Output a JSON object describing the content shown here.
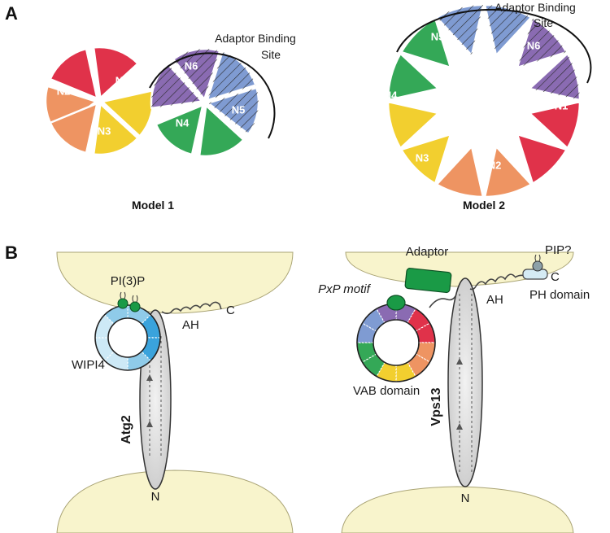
{
  "panels": {
    "a": "A",
    "b": "B"
  },
  "model1": {
    "caption": "Model 1",
    "adaptor_label_line1": "Adaptor Binding",
    "adaptor_label_line2": "Site",
    "segments": [
      "N1",
      "N2",
      "N3",
      "N4",
      "N5",
      "N6"
    ]
  },
  "model2": {
    "caption": "Model 2",
    "adaptor_label_line1": "Adaptor Binding",
    "adaptor_label_line2": "Site",
    "segments": [
      "N1",
      "N2",
      "N3",
      "N4",
      "N5",
      "N6"
    ]
  },
  "atg2_panel": {
    "lipid": "PI(3)P",
    "ah": "AH",
    "c_term": "C",
    "n_term": "N",
    "wipi": "WIPI4",
    "protein": "Atg2"
  },
  "vps13_panel": {
    "adaptor": "Adaptor",
    "pip": "PIP?",
    "c_term": "C",
    "ph": "PH domain",
    "pxp": "PxP motif",
    "ah": "AH",
    "vab": "VAB domain",
    "protein": "Vps13",
    "n_term": "N"
  },
  "colors": {
    "red": "#e0324a",
    "orange": "#ee9462",
    "yellow": "#f2cf2f",
    "green": "#34a857",
    "blue": "#7f9bd2",
    "purple": "#8a6bb2",
    "membrane": "#f8f4cc",
    "wipi_light": "#cde9f6",
    "wipi_mid": "#8fcbe9",
    "wipi_dark": "#3aa3dc",
    "adaptor_green": "#1a9a46",
    "rod": "#e3e3e3"
  }
}
